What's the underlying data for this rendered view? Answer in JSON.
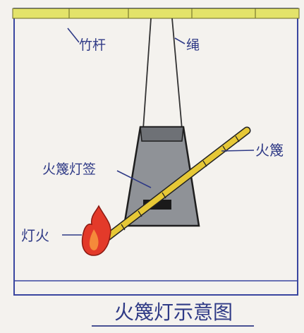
{
  "diagram": {
    "title": "火篾灯示意图",
    "labels": {
      "bamboo_pole": "竹杆",
      "rope": "绳",
      "torch_stick": "火篾",
      "lamp_cage": "火篾灯签",
      "lamp_fire": "灯火"
    }
  },
  "colors": {
    "pole_yellow": "#e3e36a",
    "ink_blue": "#2f3a86",
    "cage_gray": "#8f9297",
    "flame_red": "#e33a2a",
    "stick_yellow": "#e6c836"
  }
}
